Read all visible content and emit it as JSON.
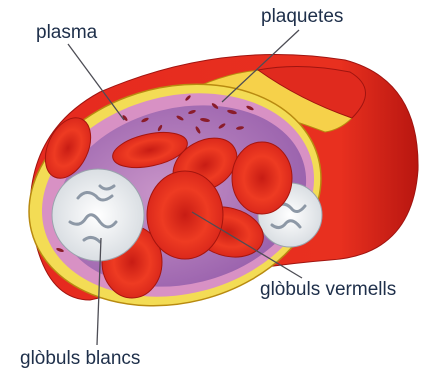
{
  "labels": {
    "plasma": "plasma",
    "plaquetes": "plaquetes",
    "globuls_vermells": "glòbuls vermells",
    "globuls_blancs": "glòbuls blancs"
  },
  "colors": {
    "vessel_red": "#e5281e",
    "vessel_wall": "#f0d84a",
    "plasma_purple": "#a070b4",
    "rbc_red": "#e0281e",
    "wbc_white": "#f2f4f6",
    "label_text": "#1e2f4a",
    "leader_line": "#4d4d55"
  }
}
